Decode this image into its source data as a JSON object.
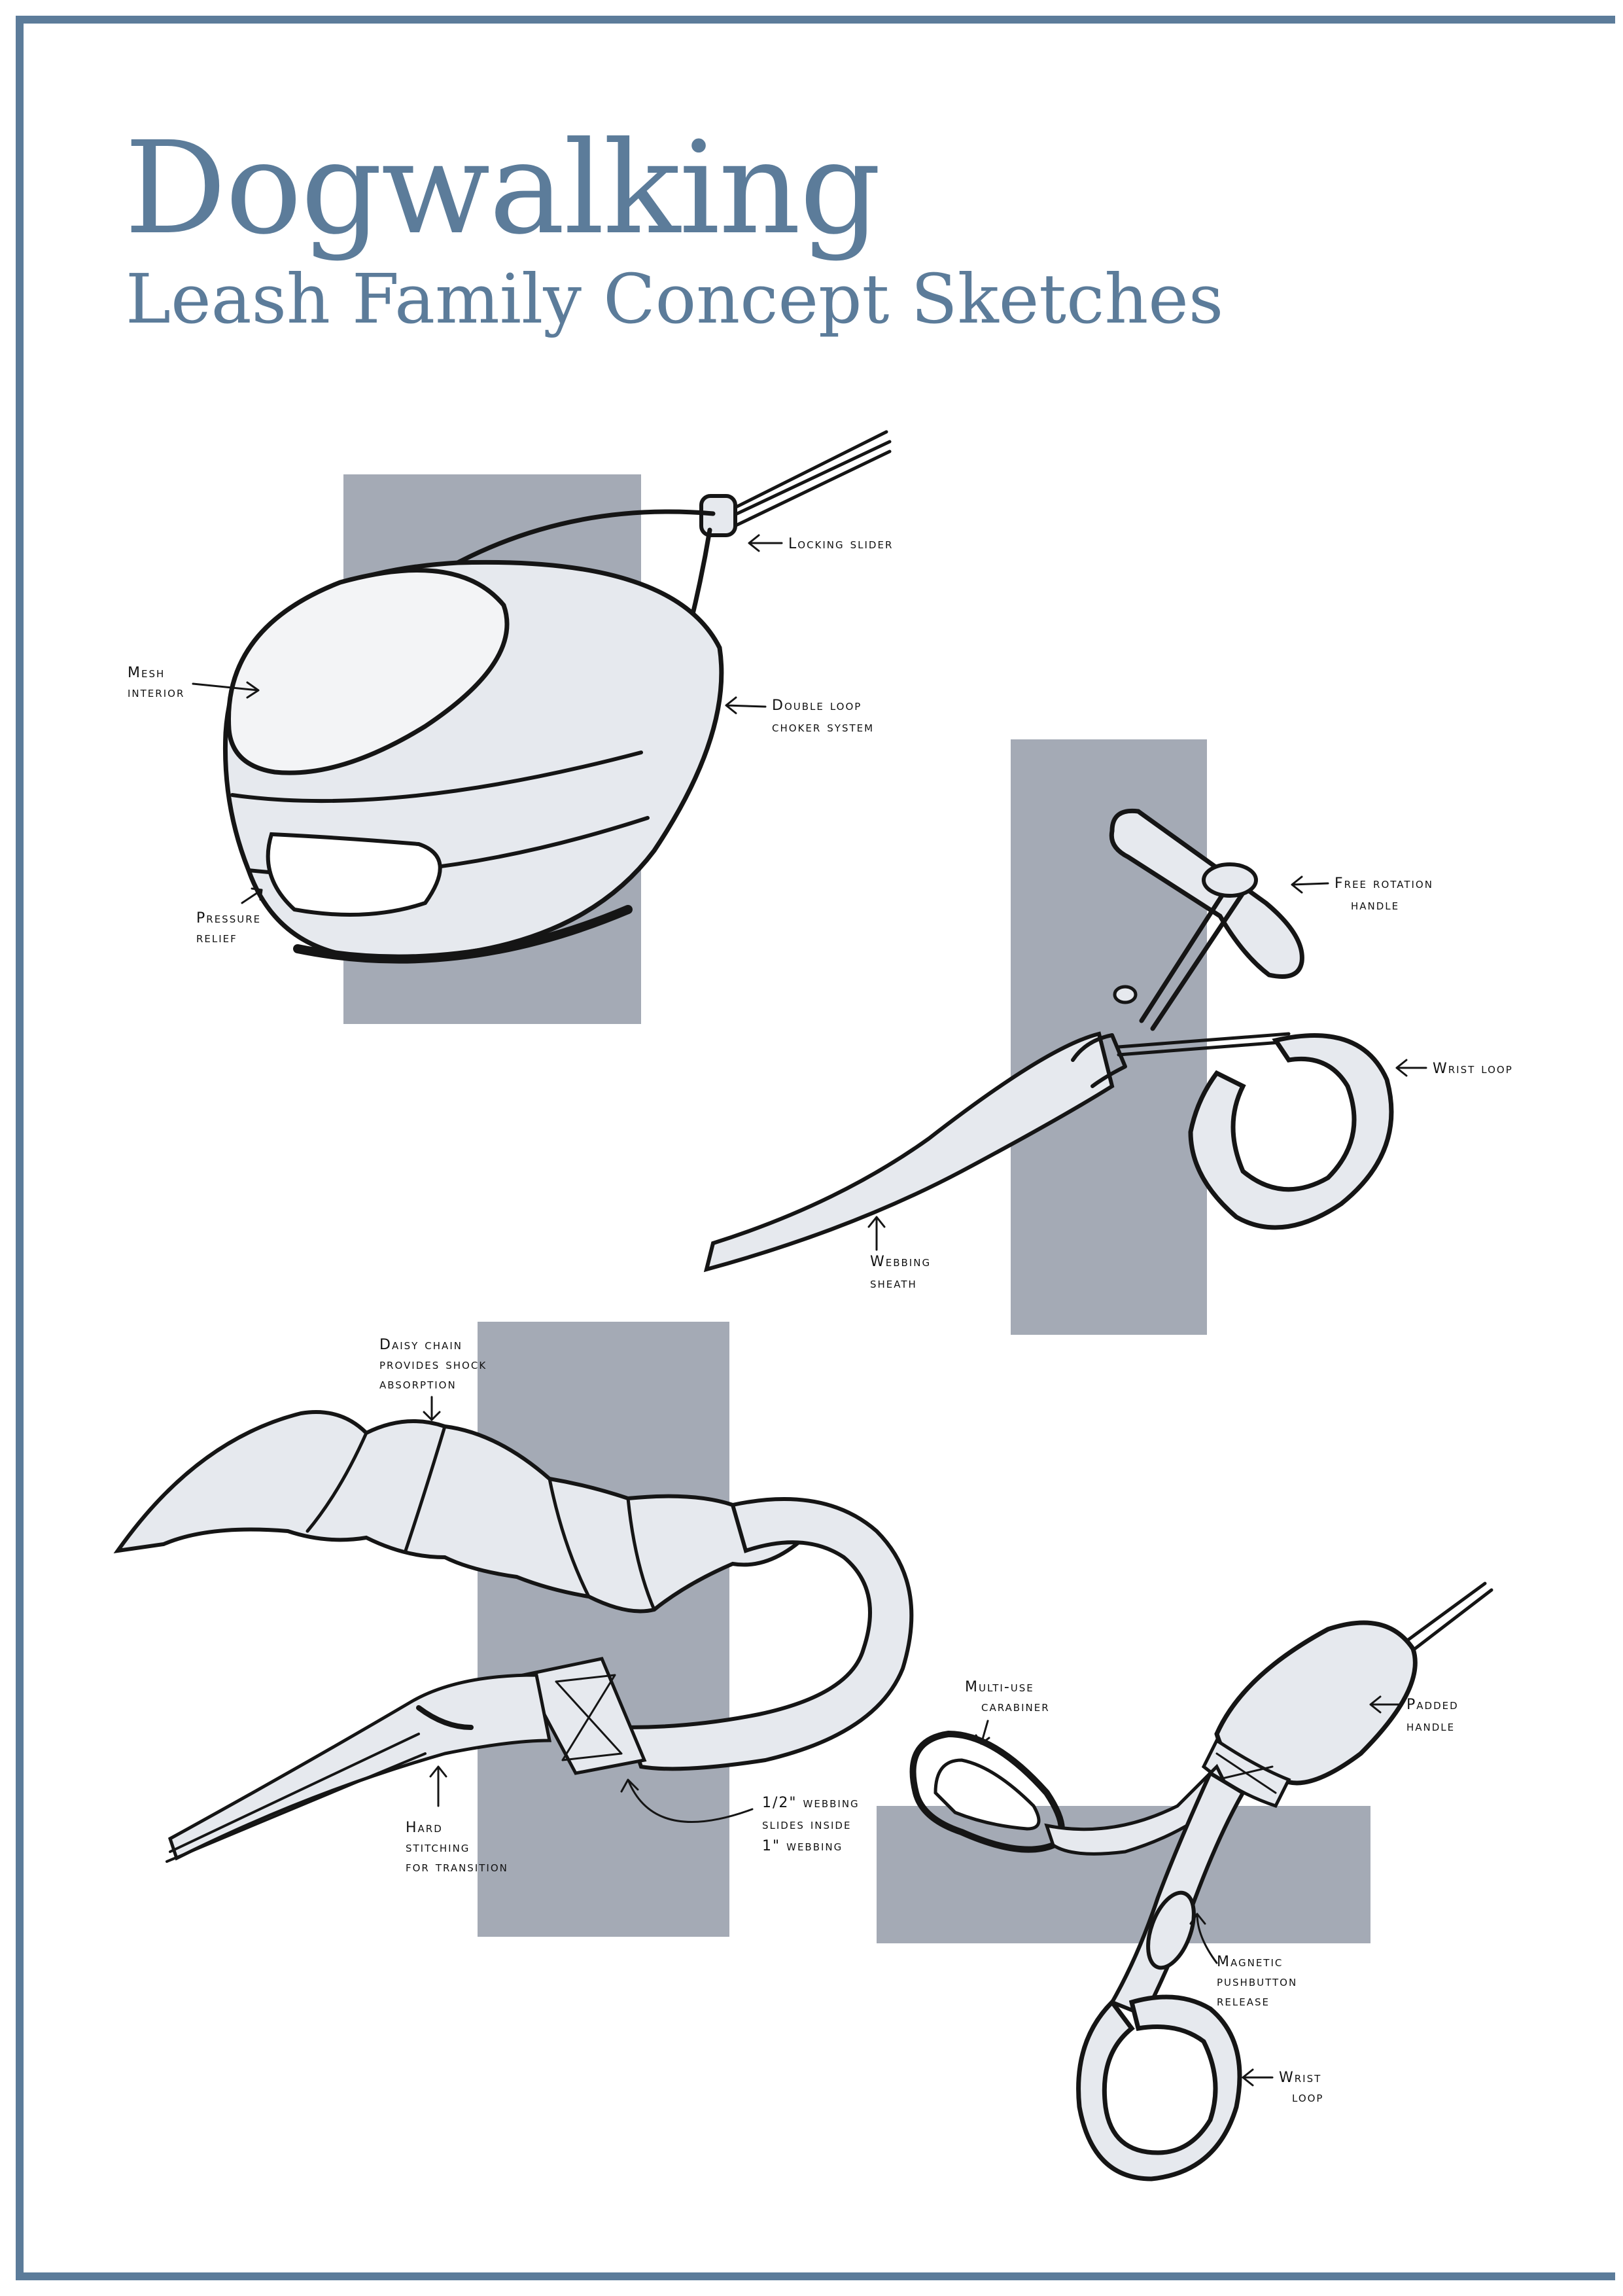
{
  "header": {
    "title": "Dogwalking",
    "subtitle": "Leash Family Concept Sketches"
  },
  "colors": {
    "accent": "#5c7c9a",
    "backdrop": "#9aa1ad",
    "sketch_fill": "#e6e9ee",
    "ink": "#151515"
  },
  "sketches": {
    "collar": {
      "notes": {
        "locking_slider": "Locking slider",
        "mesh_interior_1": "Mesh",
        "mesh_interior_2": "interior",
        "double_loop_1": "Double loop",
        "double_loop_2": "choker system",
        "pressure_relief_1": "Pressure",
        "pressure_relief_2": "relief"
      }
    },
    "rotation_leash": {
      "notes": {
        "free_rotation_1": "Free rotation",
        "free_rotation_2": "handle",
        "wrist_loop": "Wrist loop",
        "webbing_sheath_1": "Webbing",
        "webbing_sheath_2": "sheath"
      }
    },
    "daisy_chain": {
      "notes": {
        "daisy_chain_1": "Daisy chain",
        "daisy_chain_2": "provides shock",
        "daisy_chain_3": "absorption",
        "hard_stitching_1": "Hard",
        "hard_stitching_2": "stitching",
        "hard_stitching_3": "for transition",
        "webbing_1": "1/2\" webbing",
        "webbing_2": "slides inside",
        "webbing_3": "1\" webbing"
      }
    },
    "carabiner_leash": {
      "notes": {
        "carabiner_1": "Multi-use",
        "carabiner_2": "carabiner",
        "padded_handle_1": "Padded",
        "padded_handle_2": "handle",
        "magnetic_1": "Magnetic",
        "magnetic_2": "pushbutton",
        "magnetic_3": "release",
        "wrist_loop_1": "Wrist",
        "wrist_loop_2": "loop"
      }
    }
  }
}
